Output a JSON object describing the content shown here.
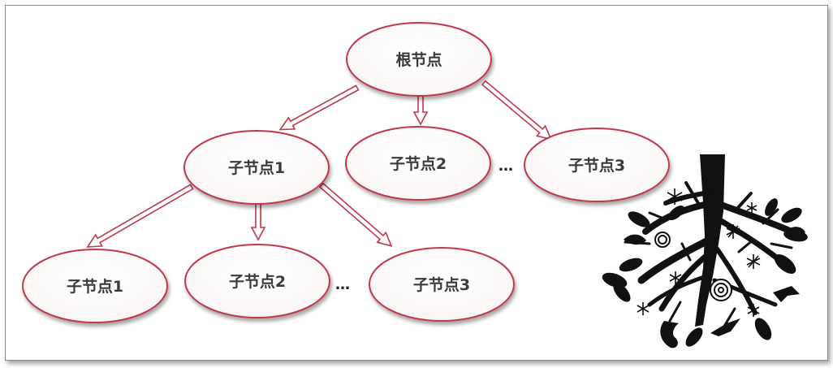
{
  "nodes": {
    "root": "根节点",
    "child1": "子节点1",
    "child2": "子节点2",
    "child3": "子节点3",
    "grandchild1": "子节点1",
    "grandchild2": "子节点2",
    "grandchild3": "子节点3"
  },
  "ellipsis": {
    "level1": "…",
    "level2": "…"
  },
  "colors": {
    "node_stroke": "#c0394b",
    "arrow_stroke": "#c0394b",
    "label_text": "#3a3a3a",
    "tree_fill": "#111111"
  },
  "decoration": {
    "icon": "tree-roots-illustration-icon"
  }
}
